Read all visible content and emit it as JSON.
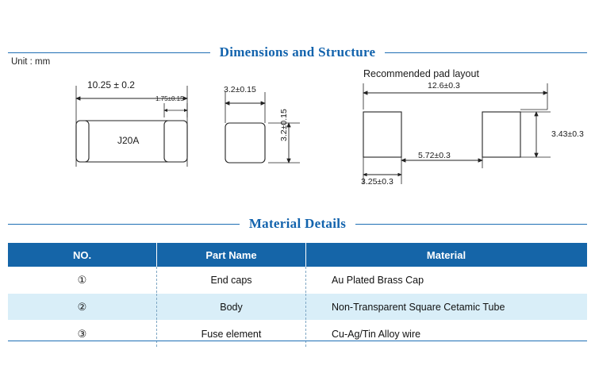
{
  "sections": {
    "dimensions_title": "Dimensions and Structure",
    "material_title": "Material  Details"
  },
  "unit_label": "Unit : mm",
  "drawing": {
    "side_view": {
      "overall_length": "10.25 ± 0.2",
      "cap_width": "1.75±0.15",
      "body_marking": "J20A"
    },
    "end_view": {
      "width": "3.2±0.15",
      "height": "3.2±0.15"
    },
    "pad_layout": {
      "title": "Recommended pad layout",
      "total_span": "12.6±0.3",
      "pad_height": "3.43±0.3",
      "pad_width": "3.25±0.3",
      "gap": "5.72±0.3"
    }
  },
  "table": {
    "headers": [
      "NO.",
      "Part Name",
      "Material"
    ],
    "rows": [
      {
        "no": "①",
        "part": "End caps",
        "material": "Au Plated Brass Cap"
      },
      {
        "no": "②",
        "part": "Body",
        "material": "Non-Transparent Square Cetamic Tube"
      },
      {
        "no": "③",
        "part": "Fuse element",
        "material": "Cu-Ag/Tin Alloy wire"
      }
    ]
  },
  "colors": {
    "accent": "#1263ad",
    "header_bg": "#1565a8",
    "row_alt": "#d9eef8"
  }
}
